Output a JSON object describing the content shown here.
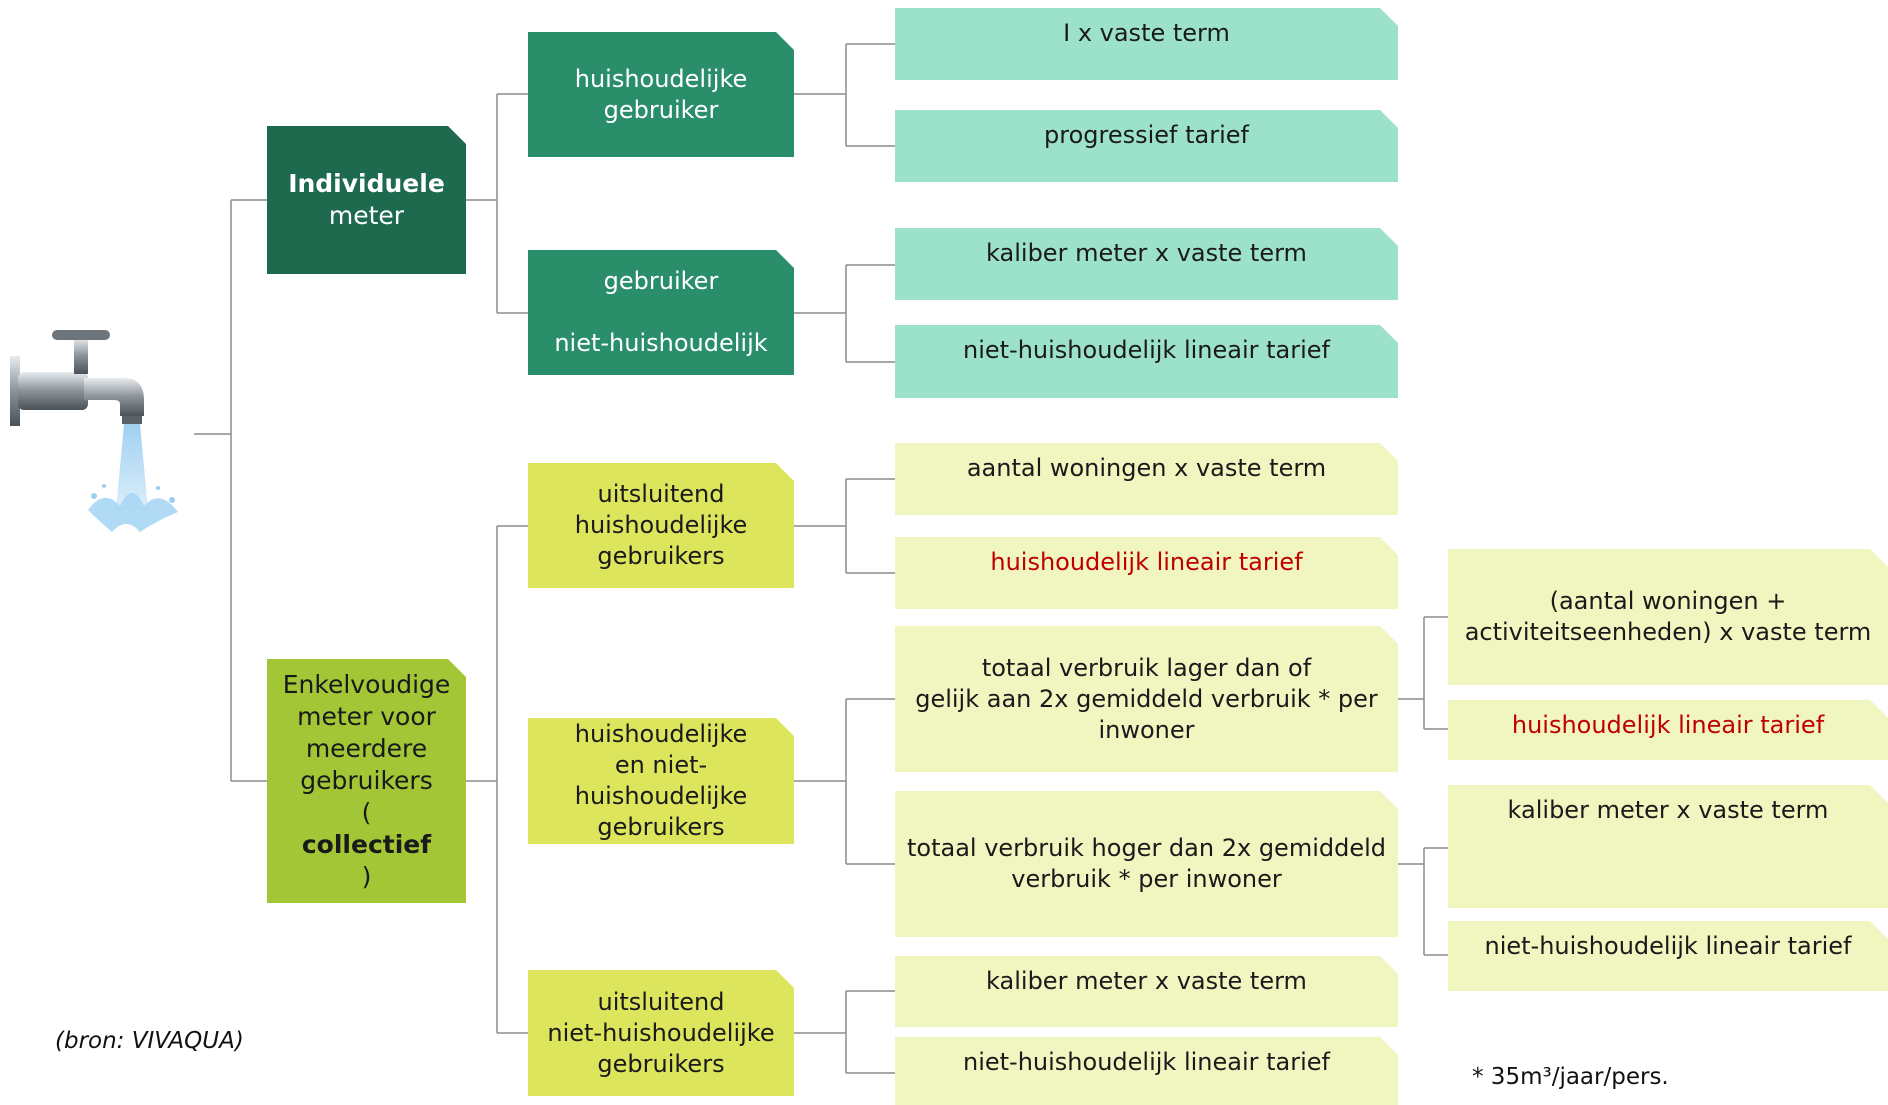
{
  "tree": {
    "individual": {
      "title_bold": "Individuele",
      "title_rest": "meter",
      "household": {
        "label": "huishoudelijke\ngebruiker",
        "leaves": [
          "I  x vaste term",
          "progressief tarief"
        ]
      },
      "non_household": {
        "label": "gebruiker\n\nniet-huishoudelijk",
        "leaves": [
          "kaliber meter x vaste term",
          "niet-huishoudelijk lineair tarief"
        ]
      }
    },
    "collective": {
      "title_pre": "Enkelvoudige\nmeter voor\nmeerdere\ngebruikers\n(",
      "title_bold": "collectief",
      "title_post": ")",
      "only_household": {
        "label": "uitsluitend\nhuishoudelijke\ngebruikers",
        "leaves": [
          "aantal woningen x vaste term",
          "huishoudelijk lineair tarief"
        ]
      },
      "mixed": {
        "label": "huishoudelijke\nen niet-huishoudelijke\ngebruikers",
        "low": {
          "label": "totaal verbruik lager dan of\ngelijk aan 2x gemiddeld verbruik * per\ninwoner",
          "leaves": [
            "(aantal woningen +\nactiviteitseenheden) x vaste term",
            "huishoudelijk lineair tarief"
          ]
        },
        "high": {
          "label": "totaal verbruik hoger dan 2x gemiddeld\nverbruik * per inwoner",
          "leaves": [
            "kaliber meter x vaste term",
            "niet-huishoudelijk lineair tarief"
          ]
        }
      },
      "only_non_household": {
        "label": "uitsluitend\nniet-huishoudelijke\ngebruikers",
        "leaves": [
          "kaliber meter x vaste term",
          "niet-huishoudelijk lineair tarief"
        ]
      }
    }
  },
  "source_note": "(bron: VIVAQUA)",
  "footnote": "* 35m³/jaar/pers.",
  "colors": {
    "dark_green": "#1d6a4e",
    "mid_green": "#2a8e6a",
    "light_green": "#9ce2cb",
    "lime": "#a3c637",
    "yellow": "#dde55c",
    "pale_yellow": "#f1f5c0",
    "red_text": "#c00000"
  },
  "icons": [
    "water-tap-icon"
  ]
}
